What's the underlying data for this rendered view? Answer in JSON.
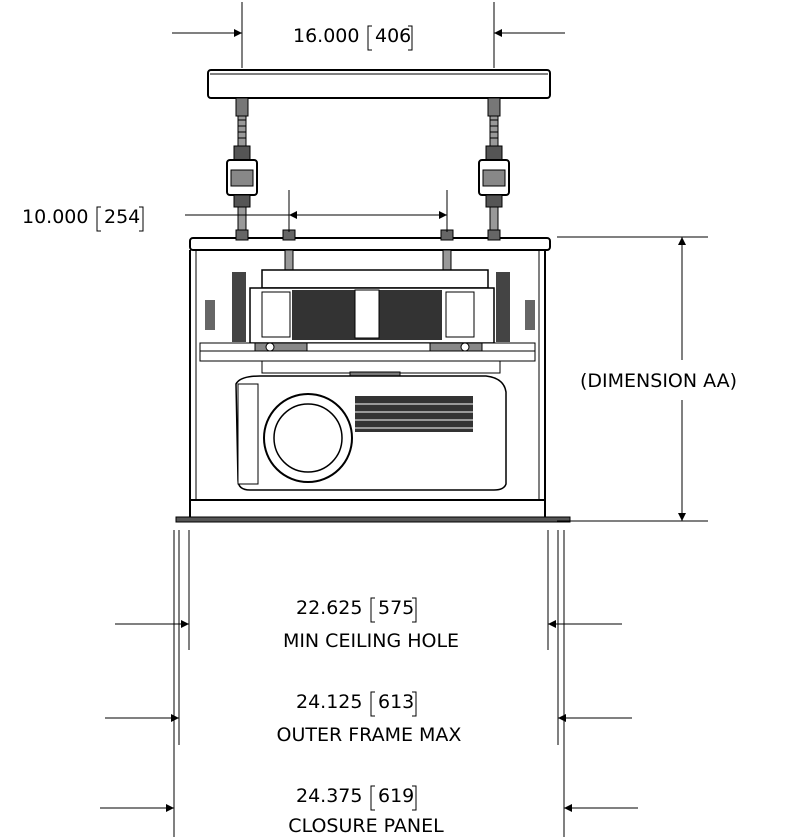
{
  "dimensions": {
    "top_width": {
      "value": "16.000",
      "metric": "406"
    },
    "rod_spacing": {
      "value": "10.000",
      "metric": "254"
    },
    "height": {
      "label": "(DIMENSION AA)"
    },
    "min_ceiling_hole": {
      "value": "22.625",
      "metric": "575",
      "caption": "MIN CEILING HOLE"
    },
    "outer_frame_max": {
      "value": "24.125",
      "metric": "613",
      "caption": "OUTER FRAME MAX"
    },
    "closure_panel": {
      "value": "24.375",
      "metric": "619",
      "caption": "CLOSURE PANEL"
    }
  }
}
